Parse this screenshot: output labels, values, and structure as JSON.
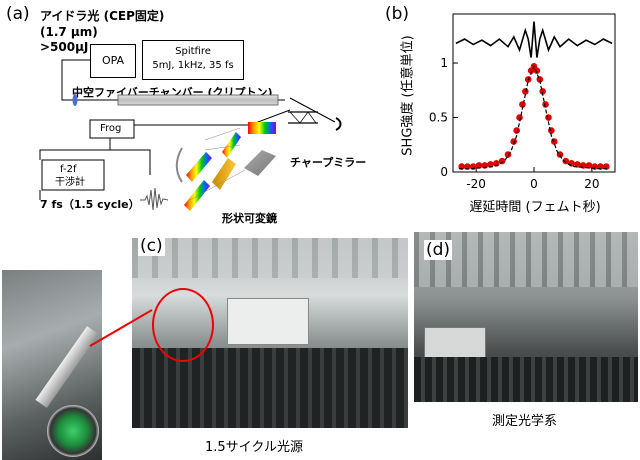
{
  "panel_a": {
    "label": "(a)",
    "source_title": "アイドラ光 (CEP固定)",
    "wavelength": "(1.7 μm)",
    "energy": ">500μJ",
    "opa_box": "OPA",
    "spitfire_name": "Spitfire",
    "spitfire_spec": "5mJ, 1kHz, 35 fs",
    "fiber_chamber": "中空ファイバーチャンバー (クリプトン)",
    "frog_box": "Frog",
    "f2f_line1": "f-2f",
    "f2f_line2": "干渉計",
    "pulse_width": "7 fs（1.5 cycle）",
    "chirp_mirror": "チャープミラー",
    "deformable_mirror": "形状可変鏡"
  },
  "panel_b": {
    "label": "(b)",
    "ylabel": "SHG強度 (任意単位)",
    "xlabel": "遅延時間 (フェムト秒)",
    "y_ticks": [
      "0",
      "0.5",
      "1"
    ],
    "x_ticks": [
      "-20",
      "0",
      "20"
    ]
  },
  "chart_data": {
    "type": "scatter",
    "title": "",
    "xlabel": "遅延時間 (フェムト秒)",
    "ylabel": "SHG強度 (任意単位)",
    "xlim": [
      -28,
      28
    ],
    "ylim": [
      0,
      1.45
    ],
    "series": [
      {
        "name": "",
        "kind": "points",
        "x": [
          -25,
          -23,
          -21,
          -19,
          -17,
          -15,
          -13,
          -11,
          -9,
          -7,
          -6,
          -5,
          -4,
          -3,
          -2,
          -1,
          0,
          1,
          2,
          3,
          4,
          5,
          6,
          7,
          9,
          11,
          13,
          15,
          17,
          19,
          21,
          23,
          25
        ],
        "y": [
          0.05,
          0.05,
          0.05,
          0.06,
          0.06,
          0.07,
          0.08,
          0.1,
          0.16,
          0.28,
          0.38,
          0.5,
          0.62,
          0.74,
          0.85,
          0.93,
          0.97,
          0.93,
          0.85,
          0.74,
          0.62,
          0.5,
          0.38,
          0.28,
          0.16,
          0.1,
          0.08,
          0.07,
          0.06,
          0.06,
          0.05,
          0.05,
          0.05
        ]
      },
      {
        "name": "",
        "kind": "dashed-fit",
        "x": [
          -26,
          -22,
          -18,
          -14,
          -12,
          -10,
          -8,
          -6,
          -4,
          -2,
          0,
          2,
          4,
          6,
          8,
          10,
          12,
          14,
          18,
          22,
          26
        ],
        "y": [
          0.03,
          0.03,
          0.04,
          0.05,
          0.07,
          0.11,
          0.19,
          0.33,
          0.58,
          0.84,
          0.97,
          0.84,
          0.58,
          0.33,
          0.19,
          0.11,
          0.07,
          0.05,
          0.04,
          0.03,
          0.03
        ]
      },
      {
        "name": "",
        "kind": "solid-trace",
        "x": [
          -27,
          -24,
          -21,
          -18,
          -15,
          -12,
          -9,
          -7,
          -5,
          -3,
          -2,
          -1,
          0,
          1,
          2,
          3,
          5,
          7,
          9,
          12,
          15,
          18,
          21,
          24,
          27
        ],
        "y": [
          1.18,
          1.22,
          1.17,
          1.21,
          1.16,
          1.22,
          1.15,
          1.24,
          1.12,
          1.3,
          1.22,
          1.05,
          1.38,
          1.05,
          1.22,
          1.3,
          1.12,
          1.24,
          1.15,
          1.22,
          1.16,
          1.21,
          1.17,
          1.22,
          1.18
        ]
      }
    ]
  },
  "panel_c": {
    "label": "(c)",
    "caption": "1.5サイクル光源"
  },
  "panel_d": {
    "label": "(d)",
    "caption": "測定光学系"
  }
}
